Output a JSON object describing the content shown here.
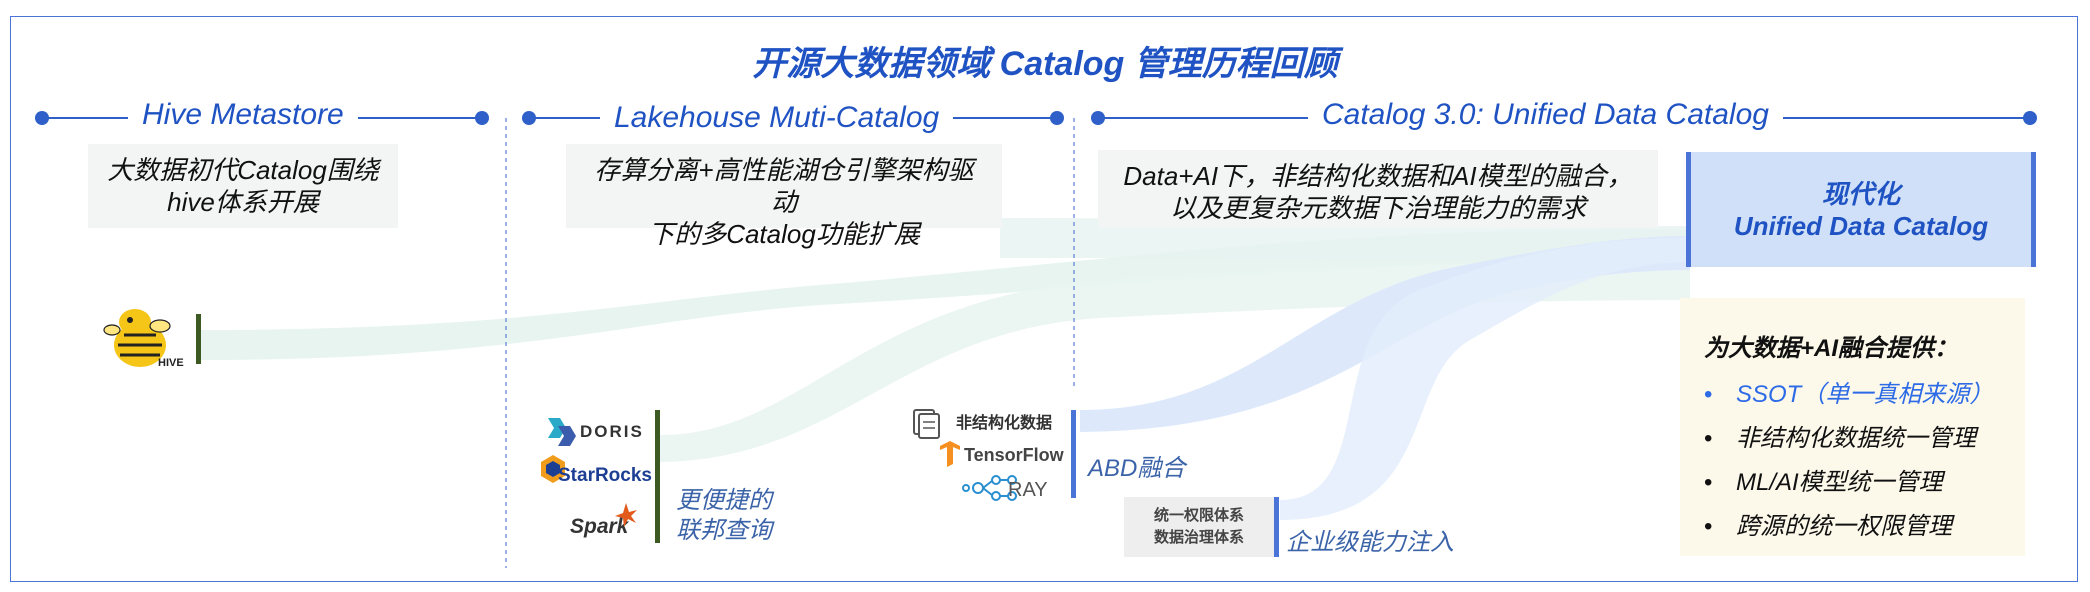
{
  "title": "开源大数据领域 Catalog 管理历程回顾",
  "stages": [
    {
      "title": "Hive Metastore",
      "desc": [
        "大数据初代Catalog围绕",
        "hive体系开展"
      ]
    },
    {
      "title": "Lakehouse Muti-Catalog",
      "desc": [
        "存算分离+高性能湖仓引擎架构驱动",
        "下的多Catalog功能扩展"
      ]
    },
    {
      "title": "Catalog 3.0:  Unified Data Catalog",
      "desc": [
        "Data+AI下，非结构化数据和AI模型的融合，",
        "以及更复杂元数据下治理能力的需求"
      ]
    }
  ],
  "modern": [
    "现代化",
    "Unified Data Catalog"
  ],
  "provide": {
    "head": "为大数据+AI融合提供：",
    "items": [
      "SSOT（单一真相来源）",
      "非结构化数据统一管理",
      "ML/AI模型统一管理",
      "跨源的统一权限管理"
    ],
    "bullet": "•"
  },
  "logos": {
    "hive": "HIVE",
    "doris": "DORIS",
    "starrocks": "StarRocks",
    "spark": "Spark",
    "unstructured": "非结构化数据",
    "tensorflow": "TensorFlow",
    "ray": "RAY"
  },
  "notes": {
    "lakehouse": [
      "更便捷的",
      "联邦查询"
    ],
    "abd": "ABD融合",
    "enterprise": "企业级能力注入"
  },
  "gray_box": [
    "统一权限体系",
    "数据治理体系"
  ],
  "colors": {
    "accent": "#1f52c2",
    "line": "#2f5fc8",
    "green_bar": "#3d5a22",
    "blue_bar": "#4a74d8",
    "flow_green": "#e7f4ef",
    "flow_blue": "#dde9fb",
    "modern_bg": "#cfe0f8",
    "provide_bg": "#fcf8ea",
    "highlight": "#2d6be6"
  }
}
